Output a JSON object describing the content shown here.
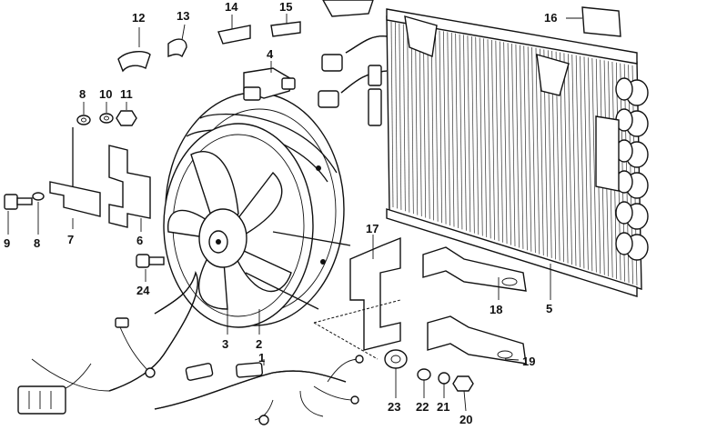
{
  "diagram": {
    "labels": [
      {
        "id": "1",
        "text": "1"
      },
      {
        "id": "2",
        "text": "2"
      },
      {
        "id": "3",
        "text": "3"
      },
      {
        "id": "4",
        "text": "4"
      },
      {
        "id": "5",
        "text": "5"
      },
      {
        "id": "6",
        "text": "6"
      },
      {
        "id": "7",
        "text": "7"
      },
      {
        "id": "8a",
        "text": "8"
      },
      {
        "id": "8b",
        "text": "8"
      },
      {
        "id": "9",
        "text": "9"
      },
      {
        "id": "10",
        "text": "10"
      },
      {
        "id": "11",
        "text": "11"
      },
      {
        "id": "12",
        "text": "12"
      },
      {
        "id": "13",
        "text": "13"
      },
      {
        "id": "14",
        "text": "14"
      },
      {
        "id": "15",
        "text": "15"
      },
      {
        "id": "16",
        "text": "16"
      },
      {
        "id": "17",
        "text": "17"
      },
      {
        "id": "18",
        "text": "18"
      },
      {
        "id": "19",
        "text": "19"
      },
      {
        "id": "20",
        "text": "20"
      },
      {
        "id": "21",
        "text": "21"
      },
      {
        "id": "22",
        "text": "22"
      },
      {
        "id": "23",
        "text": "23"
      },
      {
        "id": "24",
        "text": "24"
      }
    ]
  }
}
